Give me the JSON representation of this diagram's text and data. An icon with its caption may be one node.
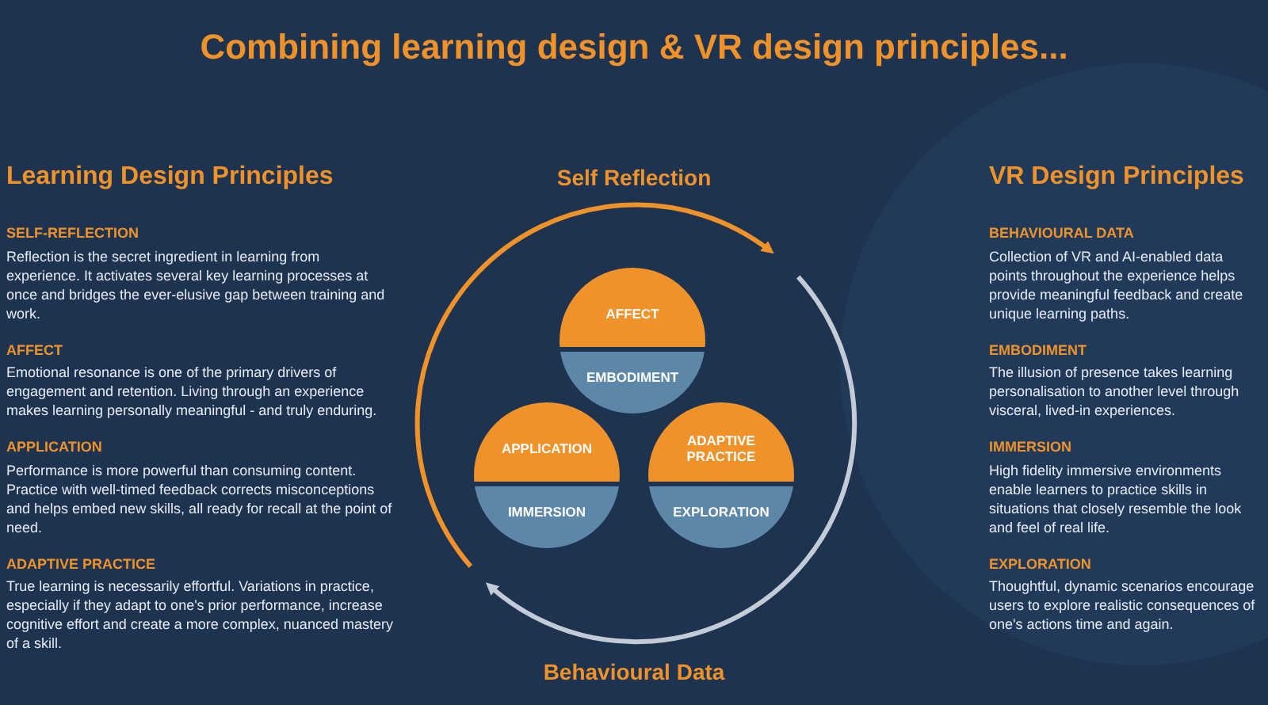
{
  "diagram": {
    "title": "Combining learning design & VR design principles...",
    "nodes": [
      {
        "text": [
          "AFFECT",
          "EMBODIMENT"
        ]
      },
      {
        "text": [
          "APPLICATION",
          "IMMERSION"
        ]
      },
      {
        "text": [
          "ADAPTIVE PRACTICE",
          "EXPLORATION"
        ]
      }
    ],
    "labels": [
      "Learning Design Principles",
      "SELF-REFLECTION",
      "Reflection is the secret ingredient in learning from experience. It activates several key learning processes at once and bridges the ever-elusive gap between training and work.",
      "AFFECT",
      "Emotional resonance is one of the primary drivers of engagement and retention. Living through an experience makes learning personally meaningful - and truly enduring.",
      "APPLICATION",
      "Performance is more powerful than consuming content. Practice with well-timed feedback corrects misconceptions and helps embed new skills, all ready for recall at the point of need.",
      "ADAPTIVE PRACTICE",
      "True learning is necessarily effortful. Variations in practice, especially if they adapt to one's prior performance, increase cognitive effort and create a more complex, nuanced mastery of a skill.",
      "Self Reflection",
      "VR Design Principles",
      "BEHAVIOURAL DATA",
      "Collection of VR and AI-enabled data points throughout the experience helps provide meaningful feedback and create unique learning paths.",
      "EMBODIMENT",
      "The illusion of presence takes learning personalisation to another level through visceral, lived-in experiences.",
      "IMMERSION",
      "High fidelity immersive environments enable learners to practice skills in situations that closely resemble the look and feel of real life.",
      "EXPLORATION",
      "Thoughtful, dynamic scenarios encourage users to explore realistic consequences of one's actions time and again.",
      "Behavioural Data"
    ]
  }
}
